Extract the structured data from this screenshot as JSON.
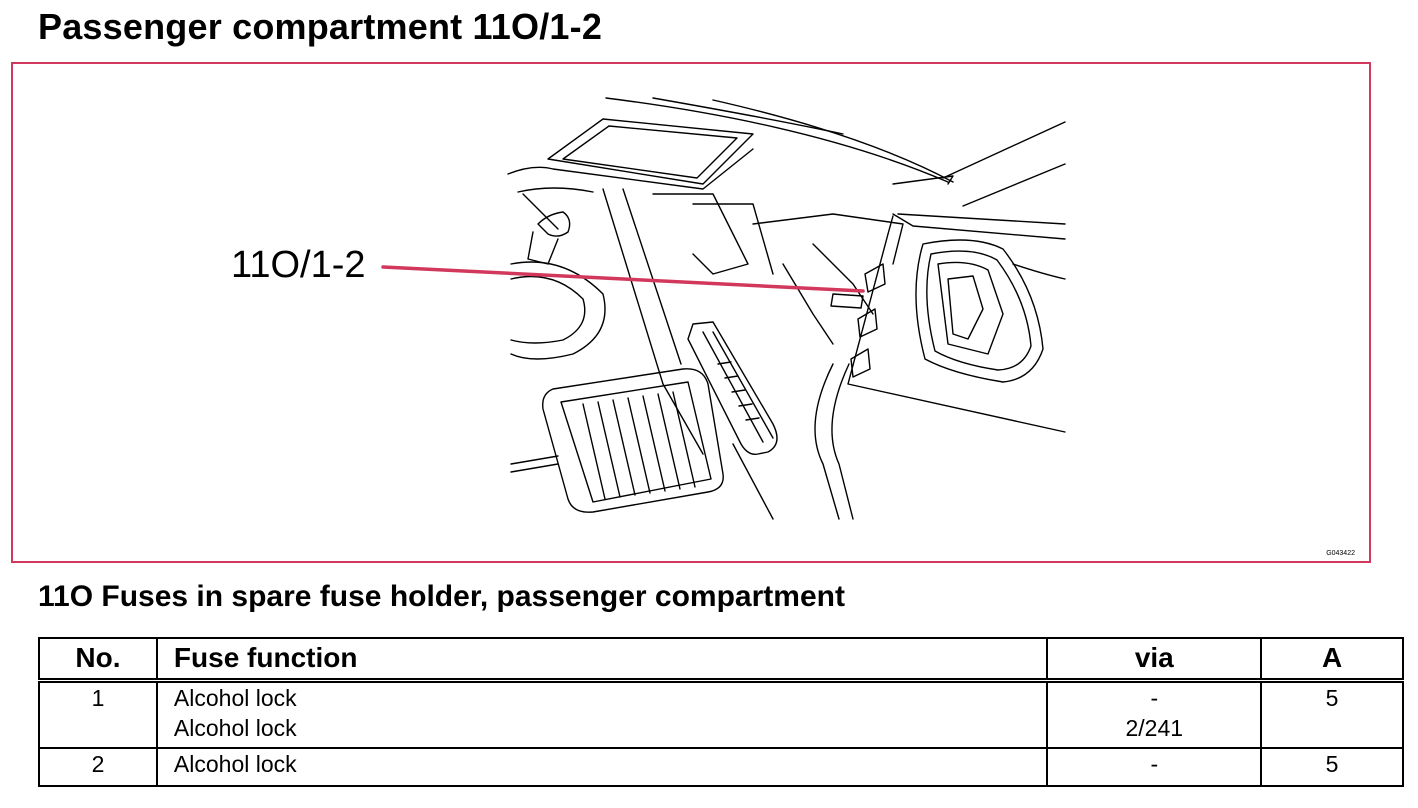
{
  "page": {
    "title": "Passenger compartment 11O/1-2"
  },
  "figure": {
    "callout_label": "11O/1-2",
    "figure_code": "G043422",
    "callout_color": "#d2385c",
    "frame_color": "#d2385c"
  },
  "section": {
    "title": "11O Fuses in spare fuse holder, passenger compartment"
  },
  "table": {
    "headers": {
      "no": "No.",
      "function": "Fuse function",
      "via": "via",
      "amps": "A"
    },
    "rows": [
      {
        "no": "1",
        "functions": [
          "Alcohol lock",
          "Alcohol lock"
        ],
        "via": [
          "-",
          "2/241"
        ],
        "amps": "5"
      },
      {
        "no": "2",
        "functions": [
          "Alcohol lock"
        ],
        "via": [
          "-"
        ],
        "amps": "5"
      }
    ]
  }
}
